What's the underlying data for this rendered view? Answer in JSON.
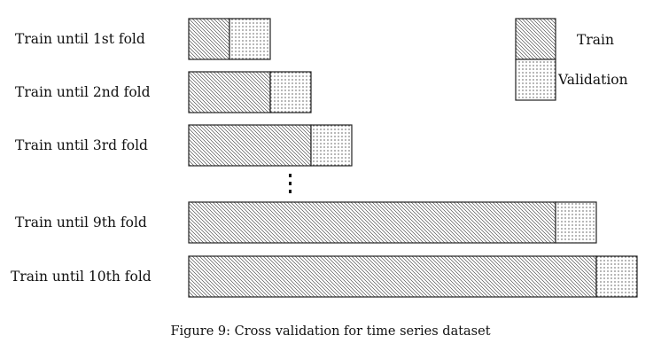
{
  "folds": [
    {
      "label": "Train until 1st fold",
      "train_units": 1
    },
    {
      "label": "Train until 2nd fold",
      "train_units": 2
    },
    {
      "label": "Train until 3rd fold",
      "train_units": 3
    },
    {
      "label": "Train until 9th fold",
      "train_units": 9
    },
    {
      "label": "Train until 10th fold",
      "train_units": 10
    }
  ],
  "legend": {
    "train": "Train",
    "validation": "Validation"
  },
  "caption": "Figure 9: Cross validation for time series dataset"
}
